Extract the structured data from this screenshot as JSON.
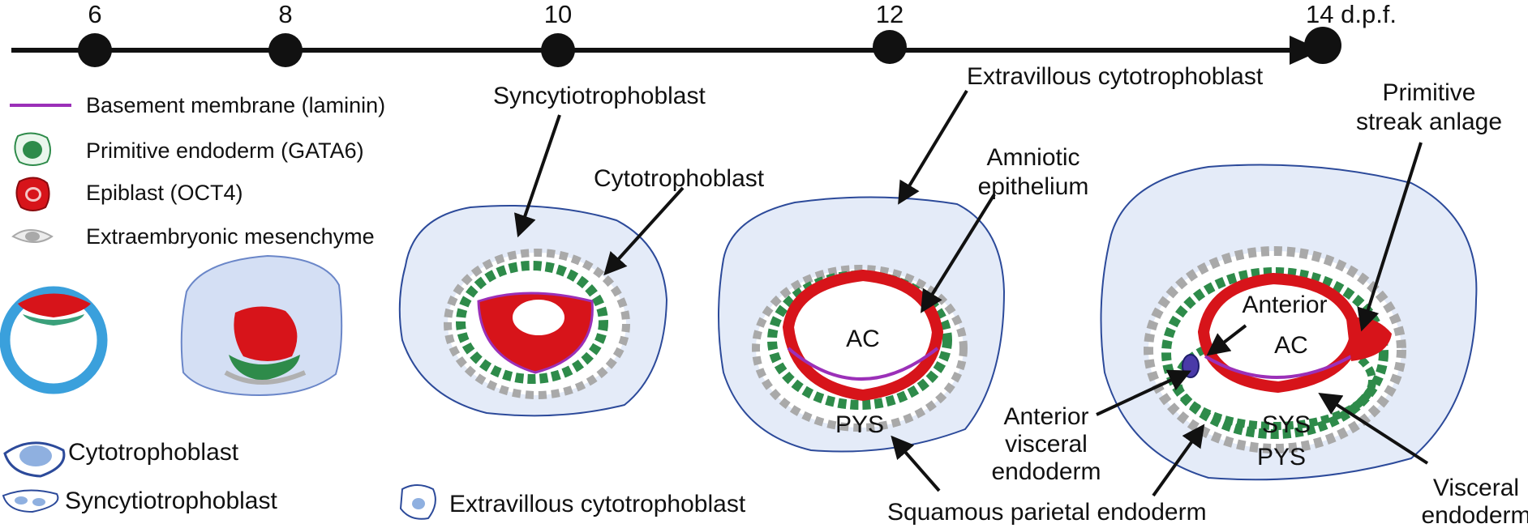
{
  "timeline": {
    "ticks": [
      {
        "value": "6"
      },
      {
        "value": "8"
      },
      {
        "value": "10"
      },
      {
        "value": "12"
      },
      {
        "value": "14 d.p.f."
      }
    ]
  },
  "legend_top": {
    "basement_membrane": "Basement membrane (laminin)",
    "primitive_endoderm": "Primitive endoderm (GATA6)",
    "epiblast": "Epiblast (OCT4)",
    "extraembryonic_mesenchyme": "Extraembryonic mesenchyme"
  },
  "legend_bottom": {
    "cytotrophoblast": "Cytotrophoblast",
    "syncytiotrophoblast": "Syncytiotrophoblast",
    "extravillous": "Extravillous cytotrophoblast"
  },
  "labels": {
    "syncytiotrophoblast": "Syncytiotrophoblast",
    "cytotrophoblast": "Cytotrophoblast",
    "extravillous_top": "Extravillous cytotrophoblast",
    "amniotic_1": "Amniotic",
    "amniotic_2": "epithelium",
    "primitive_1": "Primitive",
    "primitive_2": "streak anlage",
    "ac_12": "AC",
    "pys_12": "PYS",
    "anterior": "Anterior",
    "ac_14": "AC",
    "sys_14": "SYS",
    "pys_14": "PYS",
    "anterior_ve_1": "Anterior",
    "anterior_ve_2": "visceral",
    "anterior_ve_3": "endoderm",
    "squamous": "Squamous parietal endoderm",
    "visceral_1": "Visceral",
    "visceral_2": "endoderm"
  },
  "colors": {
    "basement_membrane": "#9b30b8",
    "primitive_endoderm": "#2e8b4a",
    "epiblast": "#d7141a",
    "mesenchyme": "#a9a9a9",
    "cytotrophoblast_fill": "#8fb0e0",
    "cytotrophoblast_outline": "#2c4a9a",
    "blastocyst": "#3aa0dc"
  }
}
